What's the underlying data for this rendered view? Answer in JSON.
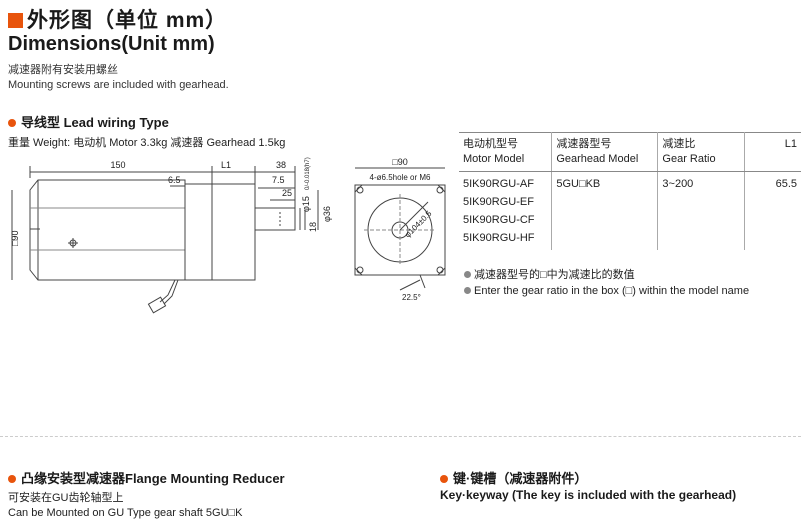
{
  "header": {
    "title_cn": "外形图（单位 mm）",
    "title_en": "Dimensions(Unit mm)",
    "note_cn": "减速器附有安装用螺丝",
    "note_en": "Mounting screws are included with gearhead."
  },
  "lead_section": {
    "title": "导线型 Lead wiring Type",
    "weight": "重量 Weight: 电动机 Motor 3.3kg  减速器 Gearhead 1.5kg"
  },
  "drawing": {
    "dim_150": "150",
    "dim_L1": "L1",
    "dim_38": "38",
    "dim_65": "6.5",
    "dim_75": "7.5",
    "dim_25": "25",
    "dim_15": "φ15",
    "dim_15_tol": "0/-0.018(h7)",
    "dim_18": "18",
    "dim_36": "φ36",
    "dim_90_side": "□90",
    "dim_90_front": "□90",
    "holes": "4-ø6.5hole or M6",
    "pcd": "φ104±0.5",
    "angle": "22.5°"
  },
  "table": {
    "headers": [
      {
        "cn": "电动机型号",
        "en": "Motor Model"
      },
      {
        "cn": "减速器型号",
        "en": "Gearhead Model"
      },
      {
        "cn": "减速比",
        "en": "Gear Ratio"
      },
      {
        "cn": "",
        "en": "L1"
      }
    ],
    "motors": [
      "5IK90RGU-AF",
      "5IK90RGU-EF",
      "5IK90RGU-CF",
      "5IK90RGU-HF"
    ],
    "gearhead": "5GU□KB",
    "ratio": "3~200",
    "l1": "65.5"
  },
  "notes": {
    "cn": "减速器型号的□中为减速比的数值",
    "en": "Enter the gear ratio in the box (□) within the model name"
  },
  "bottom": {
    "flange_title": "凸缘安装型减速器Flange Mounting Reducer",
    "flange_cn": "可安装在GU齿轮轴型上",
    "flange_en": "Can be Mounted on GU Type gear shaft 5GU□K",
    "key_title": "键·键槽（减速器附件）",
    "key_sub": "Key·keyway (The key is included with the gearhead)"
  },
  "colors": {
    "accent": "#e8540c",
    "line": "#444444"
  }
}
